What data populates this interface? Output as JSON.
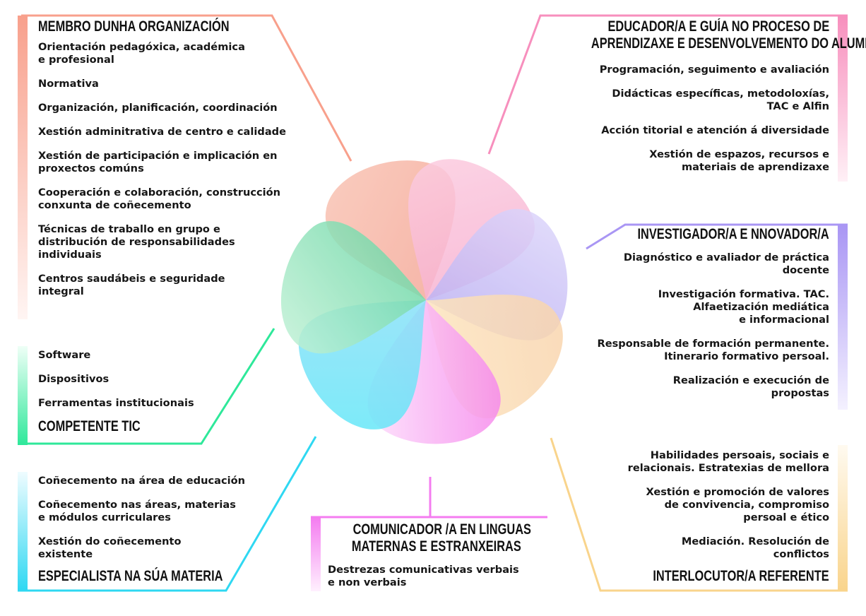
{
  "colors": {
    "salmon": "#f8a08c",
    "pink": "#f78fbd",
    "lavender": "#a996f4",
    "peach": "#f9d48c",
    "magenta": "#f47cf0",
    "cyan": "#2fd8f2",
    "green": "#2ee89a"
  },
  "boxes": {
    "membro": {
      "title": "MEMBRO DUNHA ORGANIZACIÓN",
      "items": [
        "Orientación pedagóxica, académica\ne profesional",
        "Normativa",
        "Organización, planificación, coordinación",
        "Xestión adminitrativa de centro e calidade",
        "Xestión de participación e implicación en\nproxectos comúns",
        "Cooperación e colaboración, construcción\nconxunta de coñecemento",
        "Técnicas de traballo en grupo e\ndistribución de responsabilidades\nindividuais",
        "Centros saudábeis e seguridade\nintegral"
      ]
    },
    "educador": {
      "title_lines": [
        "EDUCADOR/A E GUÍA NO PROCESO DE",
        "APRENDIZAXE E DESENVOLVEMENTO DO ALUMNADO"
      ],
      "items": [
        "Programación, seguimento e avaliación",
        "Didácticas específicas, metodoloxías,\nTAC e Alfin",
        "Acción titorial e atención á diversidade",
        "Xestión de espazos, recursos e\nmateriais de aprendizaxe"
      ]
    },
    "investigador": {
      "title": "INVESTIGADOR/A E NNOVADOR/A",
      "items": [
        "Diagnóstico e avaliador de práctica\ndocente",
        "Investigación formativa. TAC.\nAlfaetización mediática\ne informacional",
        "Responsable de formación permanente.\nItinerario formativo persoal.",
        "Realización e execución de\npropostas"
      ]
    },
    "tic": {
      "title": "COMPETENTE TIC",
      "items": [
        "Software",
        "Dispositivos",
        "Ferramentas institucionais"
      ]
    },
    "interlocutor": {
      "title": "INTERLOCUTOR/A REFERENTE",
      "items": [
        "Habilidades persoais, sociais e\nrelacionais. Estratexias de mellora",
        "Xestión e promoción de valores\nde convivencia, compromiso\npersoal e ético",
        "Mediación. Resolución de\nconflictos"
      ]
    },
    "especialista": {
      "title": "ESPECIALISTA NA SÚA MATERIA",
      "items": [
        "Coñecemento na área de educación",
        "Coñecemento nas áreas, materias\ne módulos curriculares",
        "Xestión do coñecemento\nexistente"
      ]
    },
    "comunicador": {
      "title_lines": [
        "COMUNICADOR /A EN LINGUAS",
        "MATERNAS E ESTRANXEIRAS"
      ],
      "items": [
        "Destrezas comunicativas verbais\ne non verbais"
      ]
    }
  }
}
